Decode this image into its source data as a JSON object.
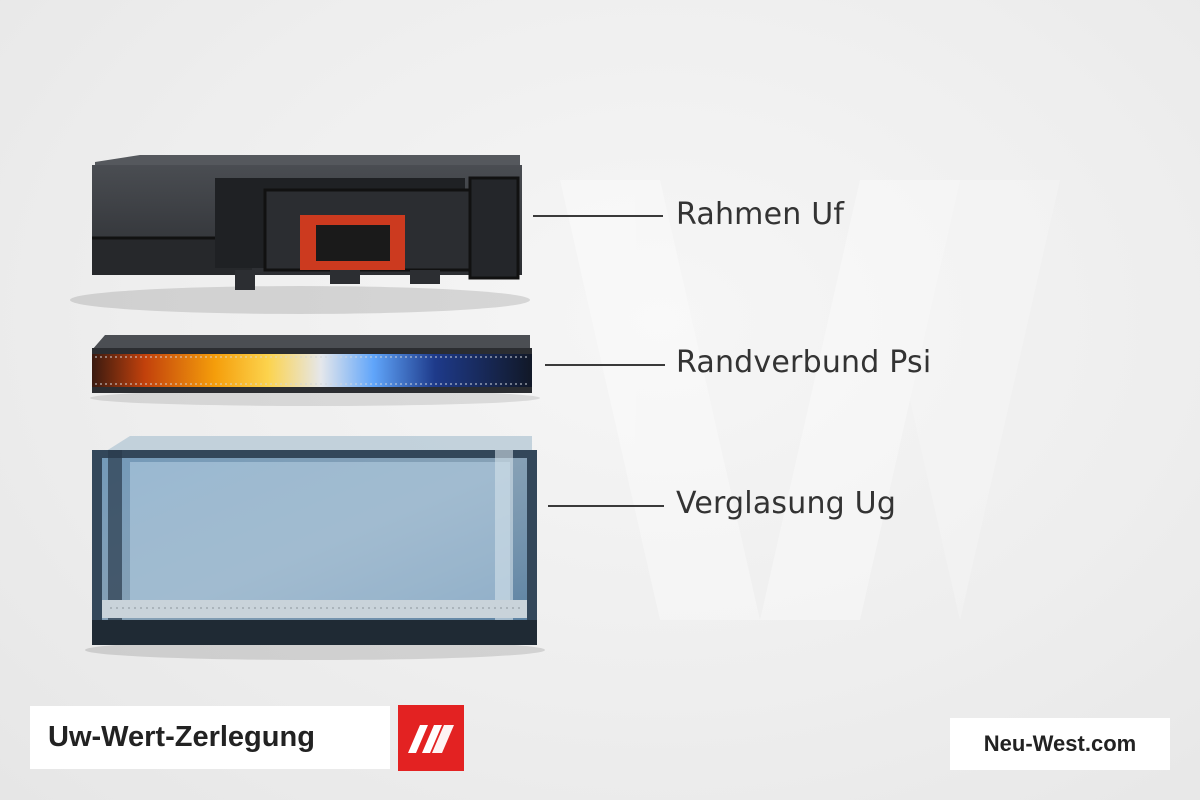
{
  "labels": {
    "frame": "Rahmen Uf",
    "spacer": "Randverbund Psi",
    "glazing": "Verglasung Ug"
  },
  "footer": {
    "title": "Uw-Wert-Zerlegung",
    "website": "Neu-West.com"
  },
  "logo": {
    "icon": "neu-west-logo-icon",
    "color": "#e32222"
  }
}
